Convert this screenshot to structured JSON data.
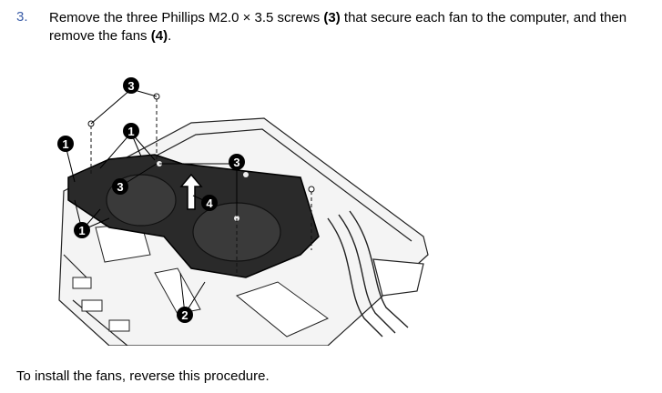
{
  "step": {
    "number": "3.",
    "line1_pre": "Remove the three Phillips M2.0 × 3.5 screws ",
    "line1_ref": "(3)",
    "line1_post": " that secure each fan to the computer, and then",
    "line2_pre": "remove the fans ",
    "line2_ref": "(4)",
    "line2_post": "."
  },
  "illustration": {
    "callouts": [
      "1",
      "2",
      "3",
      "4"
    ]
  },
  "footer": {
    "note": "To install the fans, reverse this procedure."
  }
}
